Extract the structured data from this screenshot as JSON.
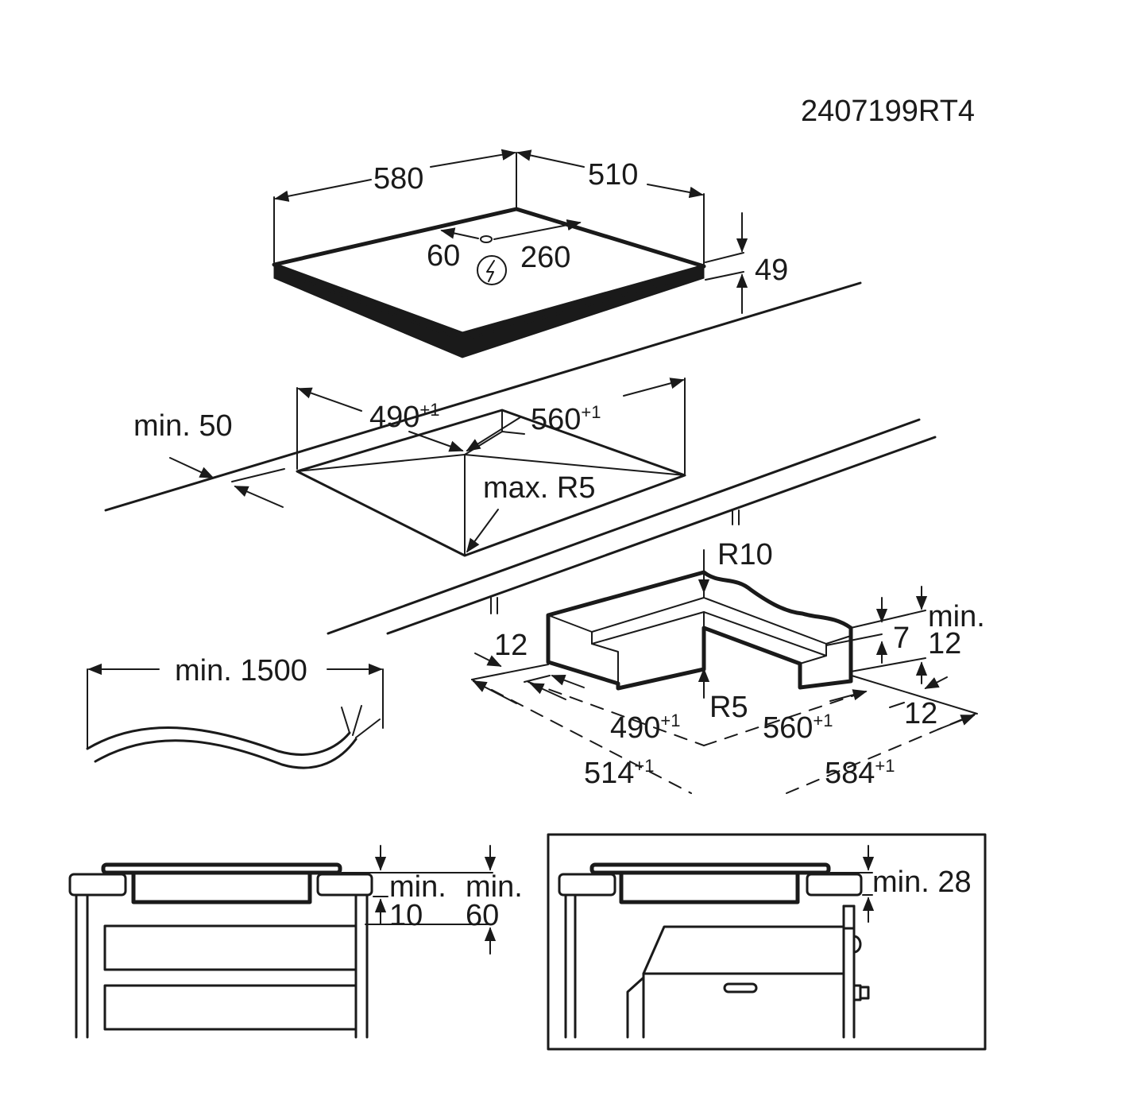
{
  "drawing_code": "2407199RT4",
  "hob": {
    "width": "580",
    "depth": "510",
    "height": "49",
    "connection_offset": "60",
    "connection_depth": "260"
  },
  "cutout": {
    "depth": "490",
    "width": "560",
    "tolerance": "+1",
    "min_front": "min. 50",
    "max_radius": "max. R5"
  },
  "cable": {
    "min_length": "min. 1500"
  },
  "flush": {
    "radius_outer": "R10",
    "radius_inner": "R5",
    "step_left": "12",
    "step_right": "12",
    "depth_inner": "7",
    "min_label": "min.",
    "min_value": "12",
    "inner_depth": "490",
    "inner_width": "560",
    "outer_depth": "514",
    "outer_width": "584",
    "tolerance": "+1"
  },
  "side_left": {
    "min_label_a": "min.",
    "min_value_a": "10",
    "min_label_b": "min.",
    "min_value_b": "60"
  },
  "side_right": {
    "min_label": "min. 28"
  }
}
